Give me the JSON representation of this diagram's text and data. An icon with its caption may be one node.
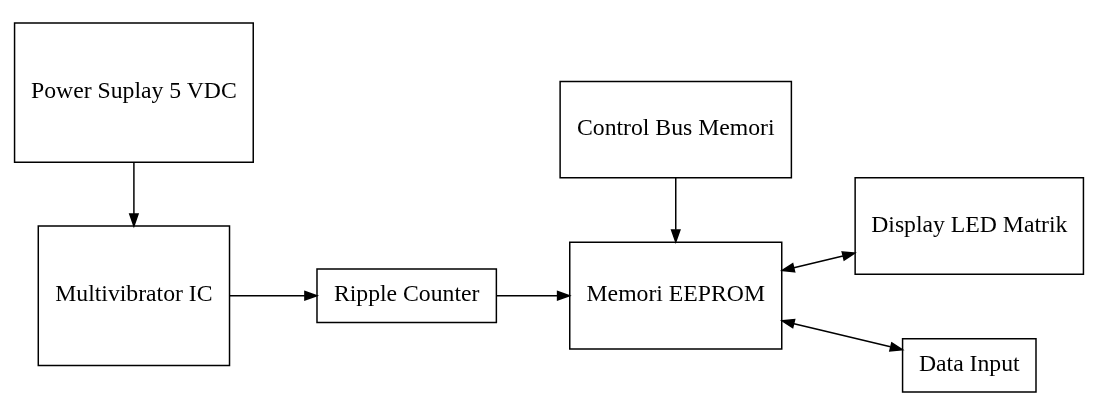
{
  "diagram": {
    "nodes": [
      {
        "text": [
          "Power Suplay 5 VDC"
        ]
      },
      {
        "text": [
          "Multivibrator IC"
        ]
      },
      {
        "text": [
          "Ripple Counter"
        ]
      },
      {
        "text": [
          "Control Bus Memori"
        ]
      },
      {
        "text": [
          "Memori EEPROM"
        ]
      },
      {
        "text": [
          "Display LED Matrik"
        ]
      },
      {
        "text": [
          "Data Input"
        ]
      }
    ],
    "edges": [
      {
        "from": 0,
        "to": 1,
        "arrow": "to"
      },
      {
        "from": 1,
        "to": 2,
        "arrow": "to"
      },
      {
        "from": 2,
        "to": 4,
        "arrow": "to"
      },
      {
        "from": 3,
        "to": 4,
        "arrow": "to"
      },
      {
        "from": 4,
        "to": 5,
        "arrow": "both"
      },
      {
        "from": 4,
        "to": 6,
        "arrow": "both"
      }
    ]
  }
}
